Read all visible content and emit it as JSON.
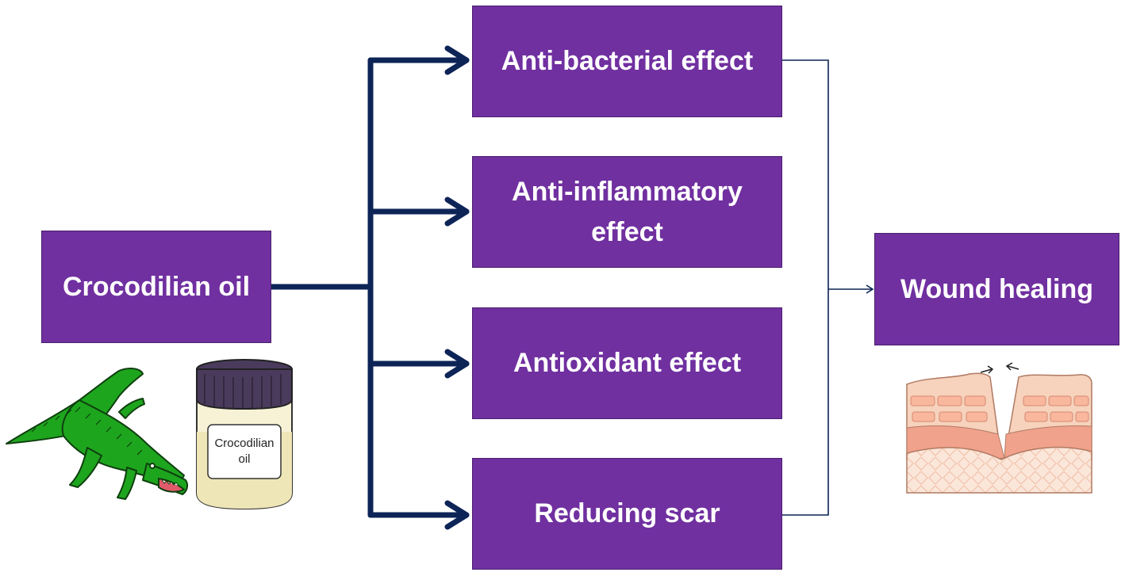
{
  "source": {
    "label": "Crocodilian oil"
  },
  "effects": [
    {
      "label": "Anti-bacterial effect"
    },
    {
      "label": "Anti-inflammatory effect"
    },
    {
      "label": "Antioxidant effect"
    },
    {
      "label": "Reducing scar"
    }
  ],
  "outcome": {
    "label": "Wound healing"
  },
  "jar": {
    "label": "Crocodilian oil"
  },
  "colors": {
    "box_fill": "#7030a0",
    "arrow": "#0d2457",
    "crocodile": "#1ea51e",
    "jar_lid": "#4a3b5c",
    "jar_body": "#f7f2d6",
    "skin": "#f4c6b0"
  },
  "icons": {
    "crocodile": "crocodile-illustration",
    "jar": "oil-jar-illustration",
    "skin": "skin-wound-illustration"
  }
}
